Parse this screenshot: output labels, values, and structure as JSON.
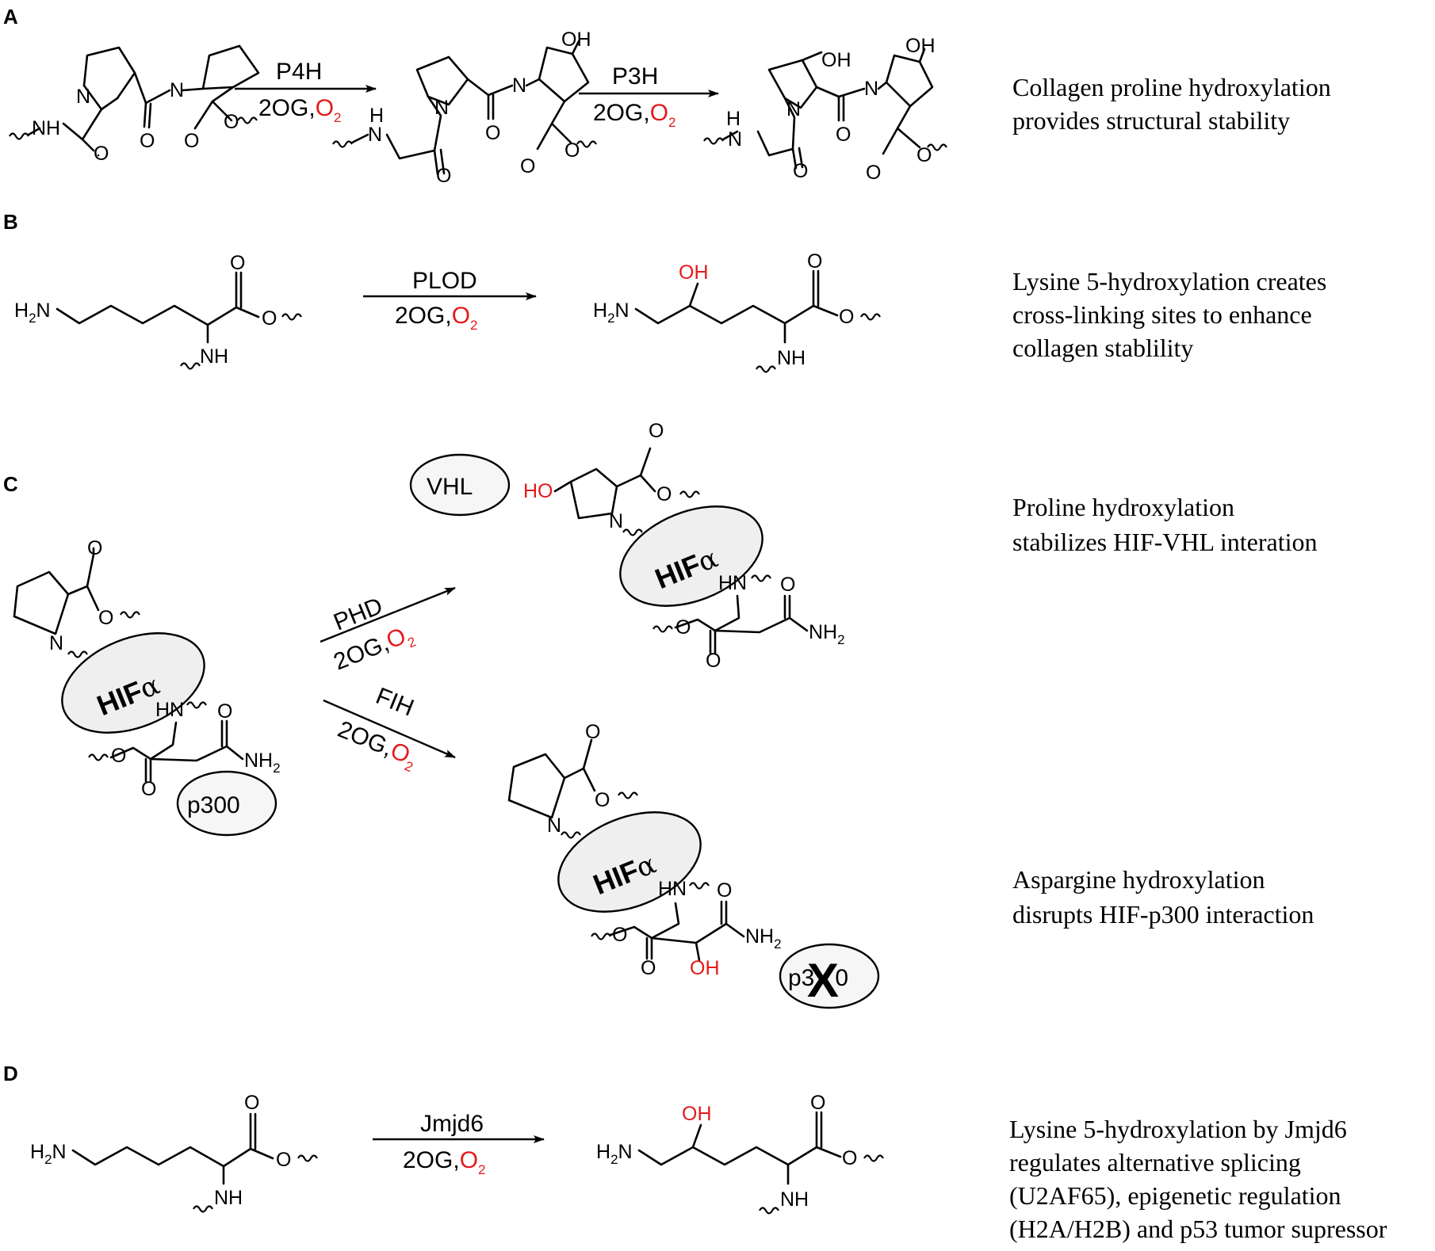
{
  "panels": {
    "a": {
      "letter": "A",
      "step1": {
        "enzyme": "P4H",
        "cofactor": "2OG,",
        "oxygen": "O",
        "oxygen_sub": "2"
      },
      "step2": {
        "enzyme": "P3H",
        "cofactor": "2OG,",
        "oxygen": "O",
        "oxygen_sub": "2"
      },
      "description": [
        "Collagen proline hydroxylation",
        "provides structural stability"
      ]
    },
    "b": {
      "letter": "B",
      "step": {
        "enzyme": "PLOD",
        "cofactor": "2OG,",
        "oxygen": "O",
        "oxygen_sub": "2"
      },
      "description": [
        "Lysine 5-hydroxylation creates",
        "cross-linking sites to enhance",
        "collagen stablility"
      ]
    },
    "c": {
      "letter": "C",
      "upper": {
        "enzyme": "PHD",
        "cofactor": "2OG,",
        "oxygen": "O",
        "oxygen_sub": "2"
      },
      "lower": {
        "enzyme": "FIH",
        "cofactor": "2OG,",
        "oxygen": "O",
        "oxygen_sub": "2"
      },
      "proteins": {
        "hif": "HIF",
        "hif_alpha": "α",
        "vhl": "VHL",
        "p300": "p300",
        "p300_blocked_a": "p3",
        "p300_blocked_b": "0",
        "block_mark": "X"
      },
      "description_upper": [
        "Proline hydroxylation",
        "stabilizes HIF-VHL interation"
      ],
      "description_lower": [
        "Aspargine hydroxylation",
        "disrupts HIF-p300 interaction"
      ]
    },
    "d": {
      "letter": "D",
      "step": {
        "enzyme": "Jmjd6",
        "cofactor": "2OG,",
        "oxygen": "O",
        "oxygen_sub": "2"
      },
      "description": [
        "Lysine 5-hydroxylation by Jmjd6",
        "regulates alternative splicing",
        "(U2AF65), epigenetic regulation",
        "(H2A/H2B) and p53 tumor supressor"
      ]
    }
  },
  "atoms": {
    "N": "N",
    "NH": "NH",
    "HN": "HN",
    "H": "H",
    "O": "O",
    "OH": "OH",
    "HO": "HO",
    "H2N_H": "H",
    "H2N_sub": "2",
    "H2N_N": "N",
    "NH2": "NH",
    "NH2_sub": "2"
  },
  "colors": {
    "highlight": "#e41a1c",
    "oval_fill": "#efefef",
    "ink": "#000000"
  }
}
